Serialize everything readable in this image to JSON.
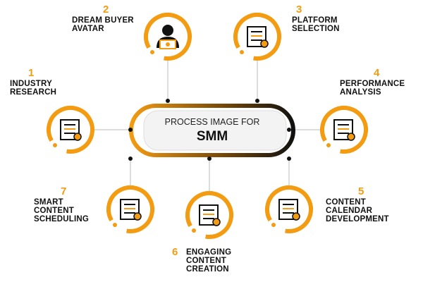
{
  "title": {
    "line1": "PROCESS IMAGE FOR",
    "line2": "SMM"
  },
  "colors": {
    "accent": "#f39c12",
    "dark": "#111111"
  },
  "steps": [
    {
      "num": "1",
      "label": "INDUSTRY RESEARCH",
      "line1": "INDUSTRY",
      "line2": "RESEARCH",
      "icon": "report-chart-search-icon"
    },
    {
      "num": "2",
      "label": "DREAM BUYER AVATAR",
      "line1": "DREAM BUYER",
      "line2": "AVATAR",
      "icon": "person-money-icon"
    },
    {
      "num": "3",
      "label": "PLATFORM SELECTION",
      "line1": "PLATFORM",
      "line2": "SELECTION",
      "icon": "laptop-megaphone-icon"
    },
    {
      "num": "4",
      "label": "PERFORMANCE ANALYSIS",
      "line1": "PERFORMANCE",
      "line2": "ANALYSIS",
      "icon": "chart-magnifier-icon"
    },
    {
      "num": "5",
      "label": "CONTENT CALENDAR DEVELOPMENT",
      "line1": "CONTENT",
      "line2": "CALENDAR",
      "line3": "DEVELOPMENT",
      "icon": "browser-calendar-icon"
    },
    {
      "num": "6",
      "label": "ENGAGING CONTENT CREATION",
      "line1": "ENGAGING",
      "line2": "CONTENT",
      "line3": "CREATION",
      "icon": "document-pen-icon"
    },
    {
      "num": "7",
      "label": "SMART CONTENT SCHEDULING",
      "line1": "SMART",
      "line2": "CONTENT",
      "line3": "SCHEDULING",
      "icon": "calendar-clock-icon"
    }
  ]
}
